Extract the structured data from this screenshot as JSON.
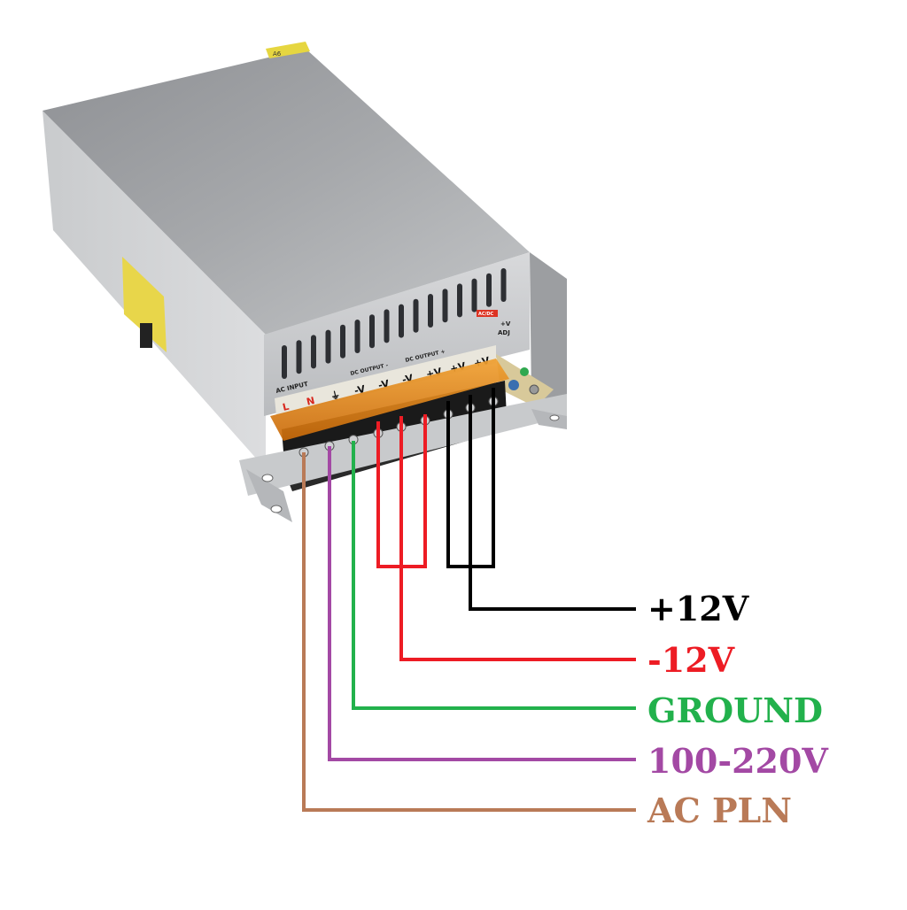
{
  "diagram": {
    "title": "Switching power supply wiring",
    "device": {
      "name": "power-supply-unit",
      "case_label": "A6",
      "terminal_header": {
        "ac_input": "AC INPUT",
        "dc_output_neg": "DC OUTPUT -",
        "dc_output_pos": "DC OUTPUT +",
        "adj_badge": "AC/DC",
        "adj_label_line1": "+V",
        "adj_label_line2": "ADJ"
      },
      "terminals": [
        "L",
        "N",
        "⏚",
        "-V",
        "-V",
        "-V",
        "+V",
        "+V",
        "+V"
      ]
    },
    "labels": [
      {
        "id": "plus12",
        "text": "+12V",
        "color": "#000000"
      },
      {
        "id": "minus12",
        "text": "-12V",
        "color": "#ed1c24"
      },
      {
        "id": "ground",
        "text": "GROUND",
        "color": "#22b14c"
      },
      {
        "id": "ac100",
        "text": "100-220V",
        "color": "#a349a4"
      },
      {
        "id": "acpln",
        "text": "AC PLN",
        "color": "#b97a57"
      }
    ],
    "colors": {
      "brown": "#b97a57",
      "purple": "#a349a4",
      "green": "#22b14c",
      "red": "#ed1c24",
      "black": "#000000",
      "case": "#a8aaad",
      "terminal_cover": "#e88a1a"
    }
  }
}
